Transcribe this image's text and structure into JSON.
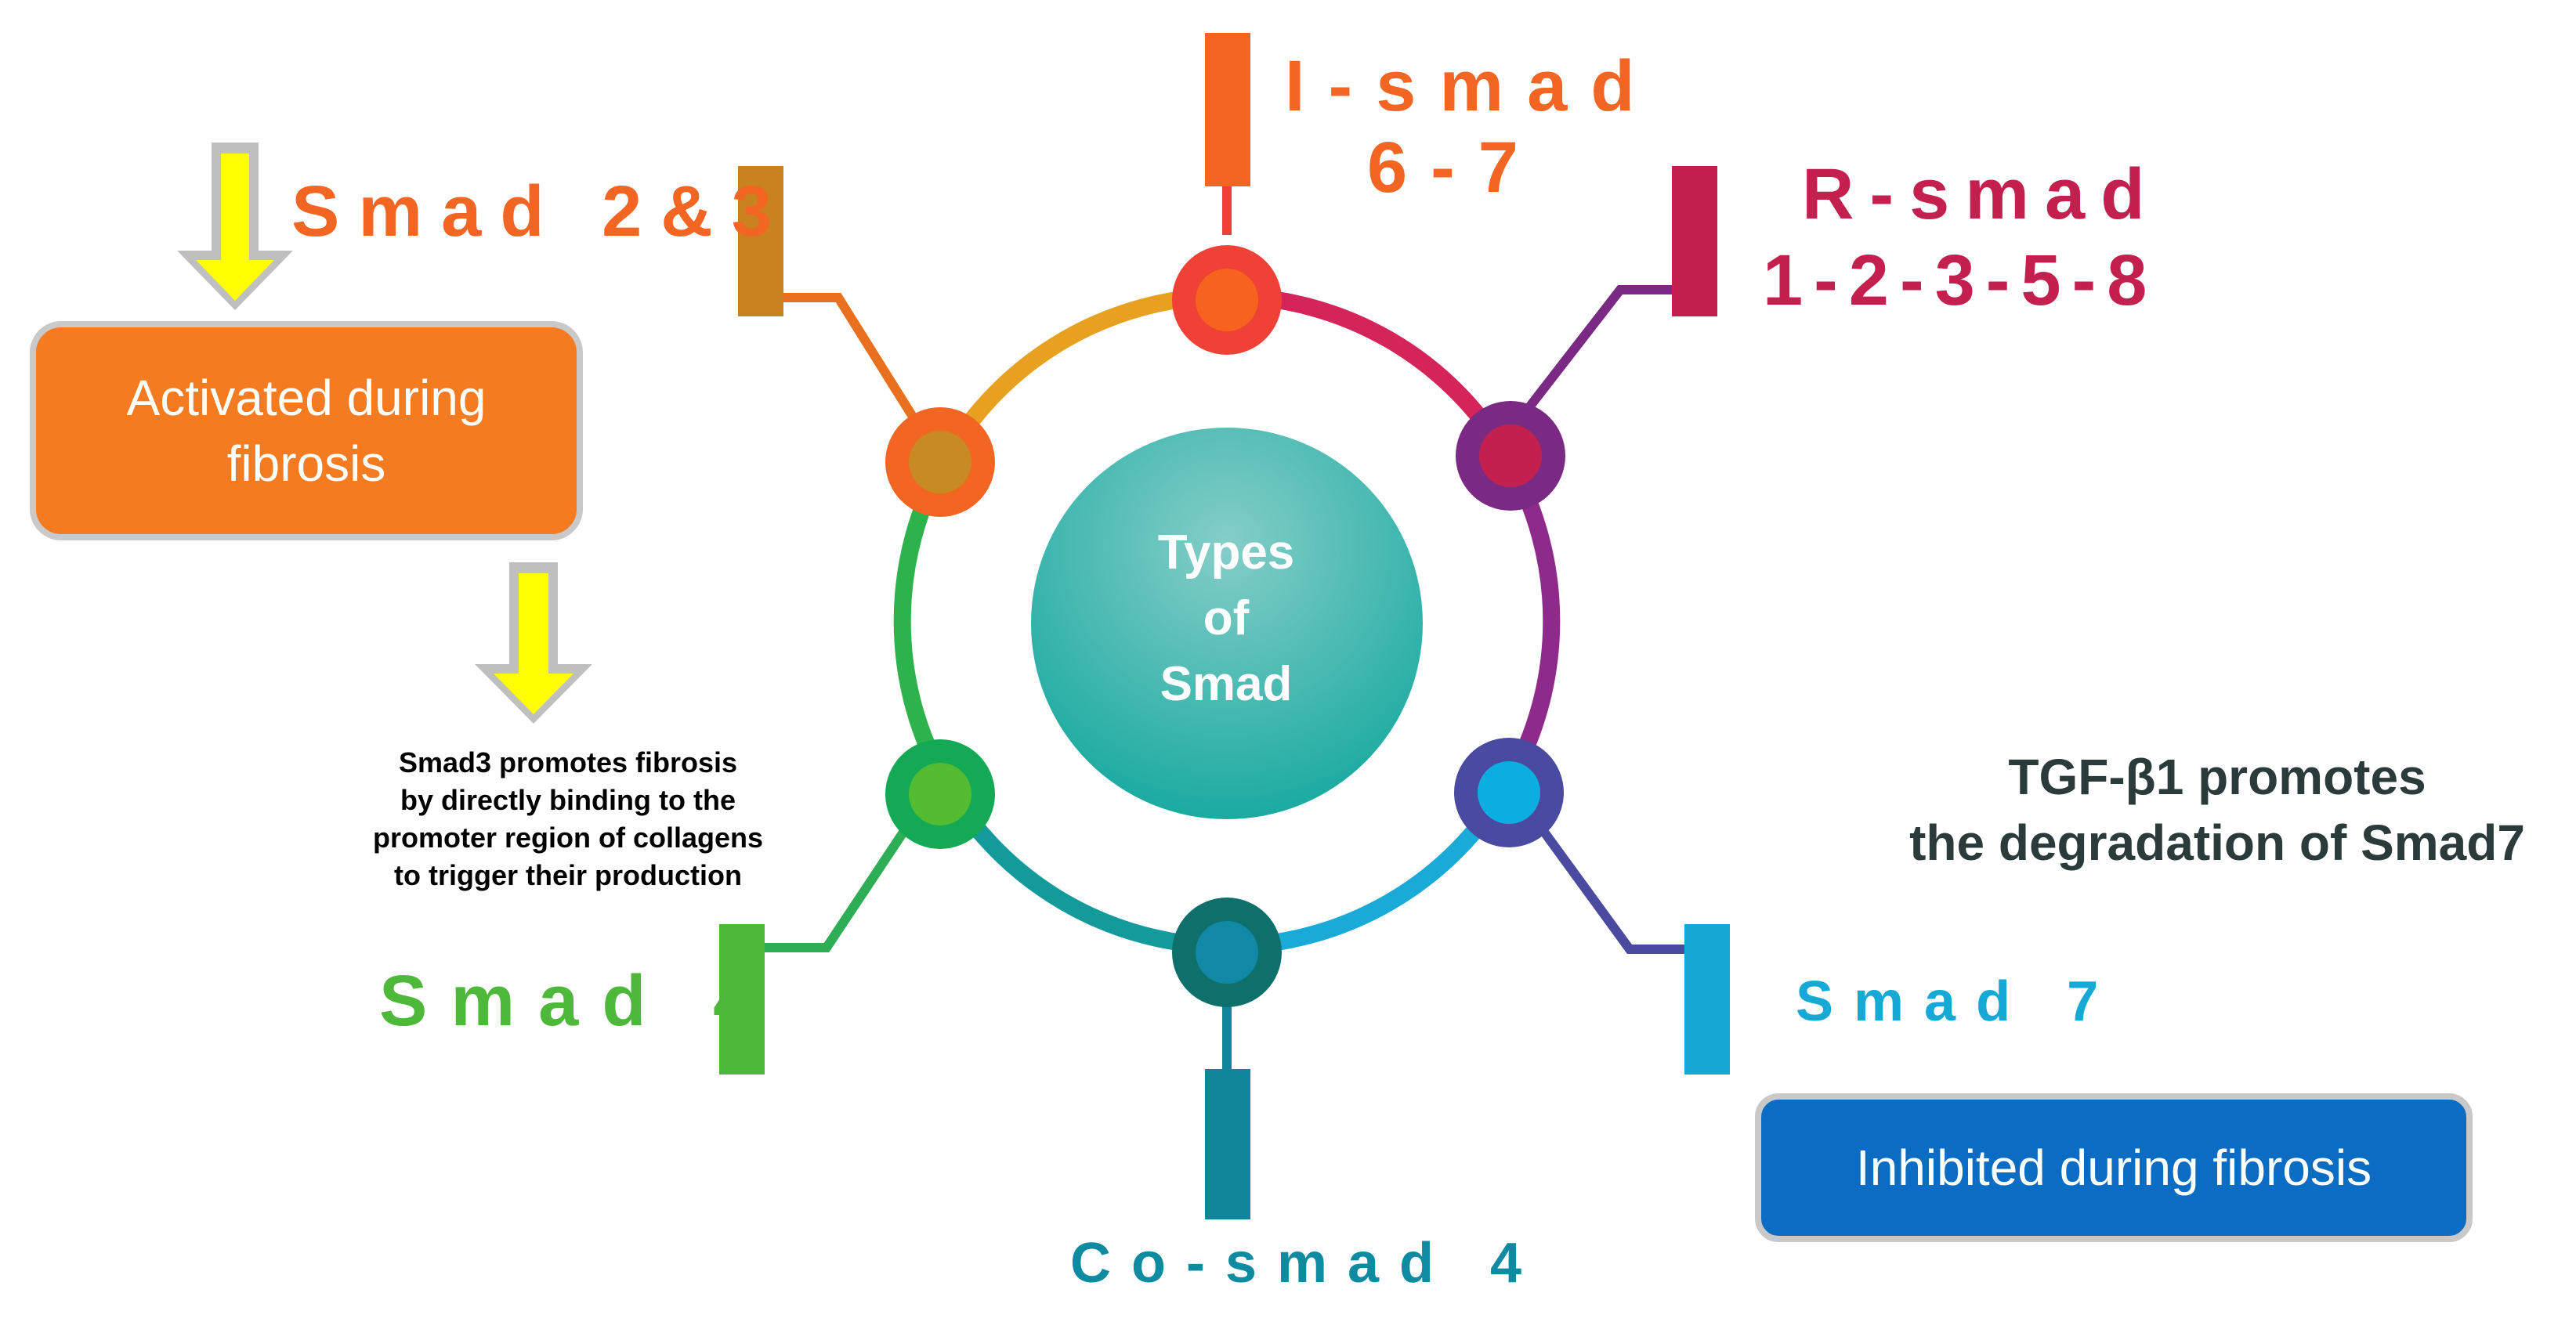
{
  "center": {
    "line1": "Types",
    "line2": "of",
    "line3": "Smad"
  },
  "nodes": {
    "i_smad": {
      "line1": "I-smad",
      "line2": "6-7",
      "color": "#F26522",
      "node_color": "#EF4136"
    },
    "r_smad": {
      "line1": "R-smad",
      "line2": "1-2-3-5-8",
      "color": "#C4204F",
      "node_color": "#7A2A83"
    },
    "smad23": {
      "label": "Smad 2&3",
      "color": "#F26522",
      "bar_color": "#C8821E"
    },
    "smad4": {
      "label": "Smad 4",
      "color": "#4DB83A"
    },
    "co_smad": {
      "label": "Co-smad 4",
      "color": "#0E8BA0",
      "bar_color": "#11859A"
    },
    "smad7": {
      "label": "Smad 7",
      "color": "#16A9D6",
      "node_color": "#4A4AA0"
    }
  },
  "boxes": {
    "activated": {
      "line1": "Activated during",
      "line2": "fibrosis",
      "color": "#F47B20",
      "border": "#C9C9C9"
    },
    "inhibited": {
      "label": "Inhibited during fibrosis",
      "color": "#0B6CC4",
      "border": "#C9C9C9"
    }
  },
  "notes": {
    "smad3": {
      "line1": "Smad3 promotes fibrosis",
      "line2": "by directly binding to the",
      "line3": "promoter region of collagens",
      "line4": "to trigger their production"
    },
    "tgf": {
      "line1": "TGF-β1 promotes",
      "line2": "the degradation of Smad7"
    }
  },
  "colors": {
    "arrow_fill": "#FFFF00",
    "arrow_outline": "#BFBFBF",
    "center_top": "#85CEC8",
    "center_bottom": "#13A89E",
    "note_text": "#000000",
    "tgf_text": "#2B3A3A"
  },
  "icons": [
    "down-arrow-icon",
    "down-arrow-icon"
  ]
}
